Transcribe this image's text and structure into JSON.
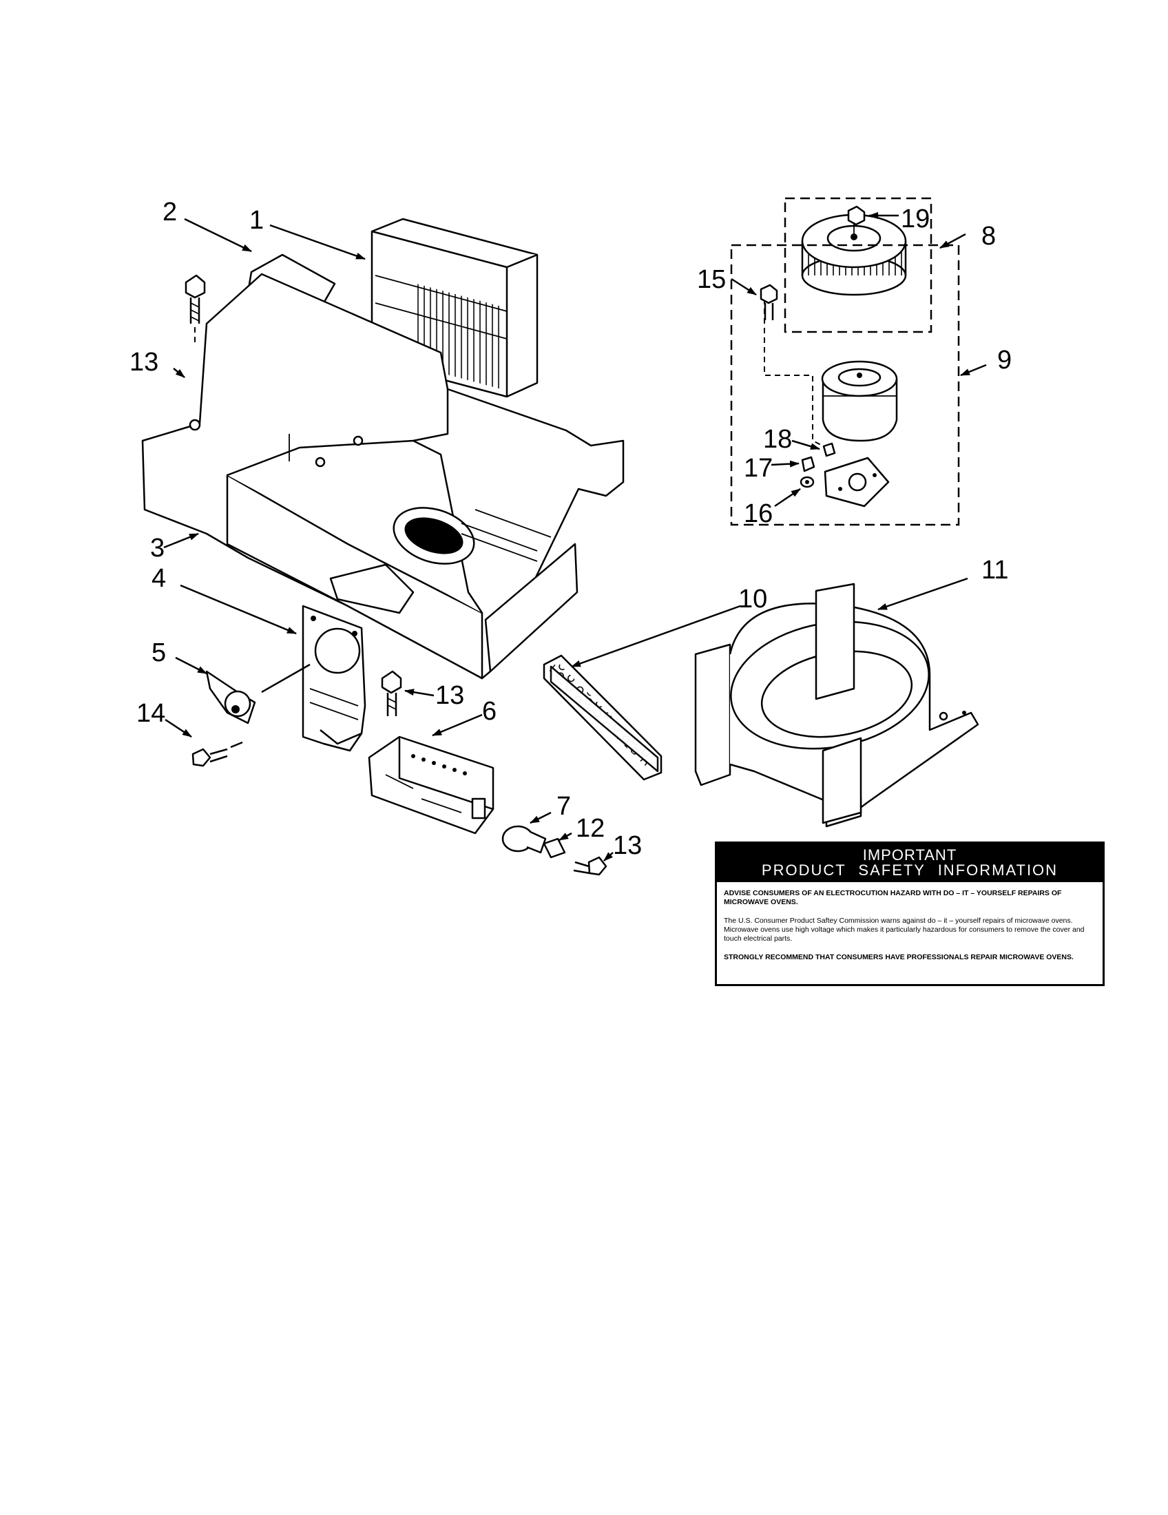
{
  "callouts": [
    "1",
    "2",
    "3",
    "4",
    "5",
    "6",
    "7",
    "8",
    "9",
    "10",
    "11",
    "12",
    "13",
    "14",
    "15",
    "16",
    "17",
    "18",
    "19"
  ],
  "labels": {
    "p1": "1",
    "p2": "2",
    "p3": "3",
    "p4": "4",
    "p5": "5",
    "p6": "6",
    "p7": "7",
    "p8": "8",
    "p9": "9",
    "p10": "10",
    "p11": "11",
    "p12": "12",
    "p13a": "13",
    "p13b": "13",
    "p13c": "13",
    "p14": "14",
    "p15": "15",
    "p16": "16",
    "p17": "17",
    "p18": "18",
    "p19": "19"
  },
  "safety": {
    "heading_line1": "IMPORTANT",
    "heading_line2": "PRODUCT SAFETY INFORMATION",
    "para1": "ADVISE CONSUMERS OF AN ELECTROCUTION HAZARD WITH DO – IT – YOURSELF REPAIRS OF MICROWAVE OVENS.",
    "para2": "The U.S. Consumer Product Saftey Commission warns against do – it – yourself repairs of microwave ovens. Microwave ovens use high voltage which makes it particularly hazardous for consumers to remove the cover and touch electrical parts.",
    "para3": "STRONGLY RECOMMEND THAT CONSUMERS HAVE PROFESSIONALS REPAIR MICROWAVE OVENS."
  }
}
